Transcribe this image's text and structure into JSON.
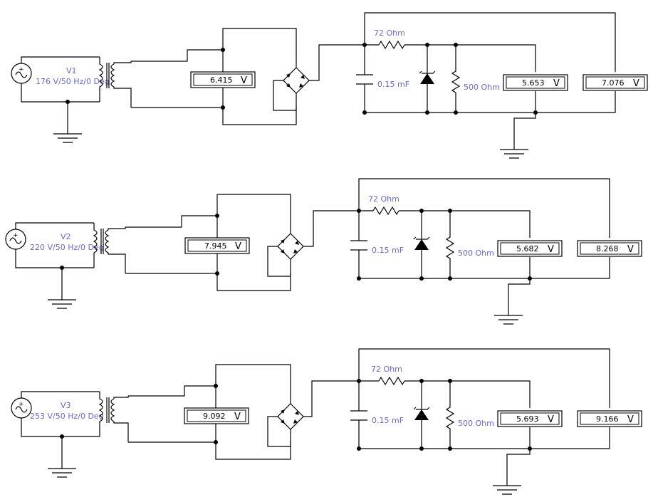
{
  "circuits": [
    {
      "source_name": "V1",
      "source_spec": "176 V/50 Hz/0 Deg",
      "res_series": "72  Ohm",
      "cap": "0.15 mF",
      "res_load": "500  Ohm",
      "m_xfmr": "6.415",
      "m_load": "5.653",
      "m_filter": "7.076",
      "unit": "V"
    },
    {
      "source_name": "V2",
      "source_spec": "220 V/50 Hz/0 Deg",
      "res_series": "72  Ohm",
      "cap": "0.15 mF",
      "res_load": "500  Ohm",
      "m_xfmr": "7.945",
      "m_load": "5.682",
      "m_filter": "8.268",
      "unit": "V"
    },
    {
      "source_name": "V3",
      "source_spec": "253 V/50 Hz/0 Deg",
      "res_series": "72  Ohm",
      "cap": "0.15 mF",
      "res_load": "500  Ohm",
      "m_xfmr": "9.092",
      "m_load": "5.693",
      "m_filter": "9.166",
      "unit": "V"
    }
  ]
}
